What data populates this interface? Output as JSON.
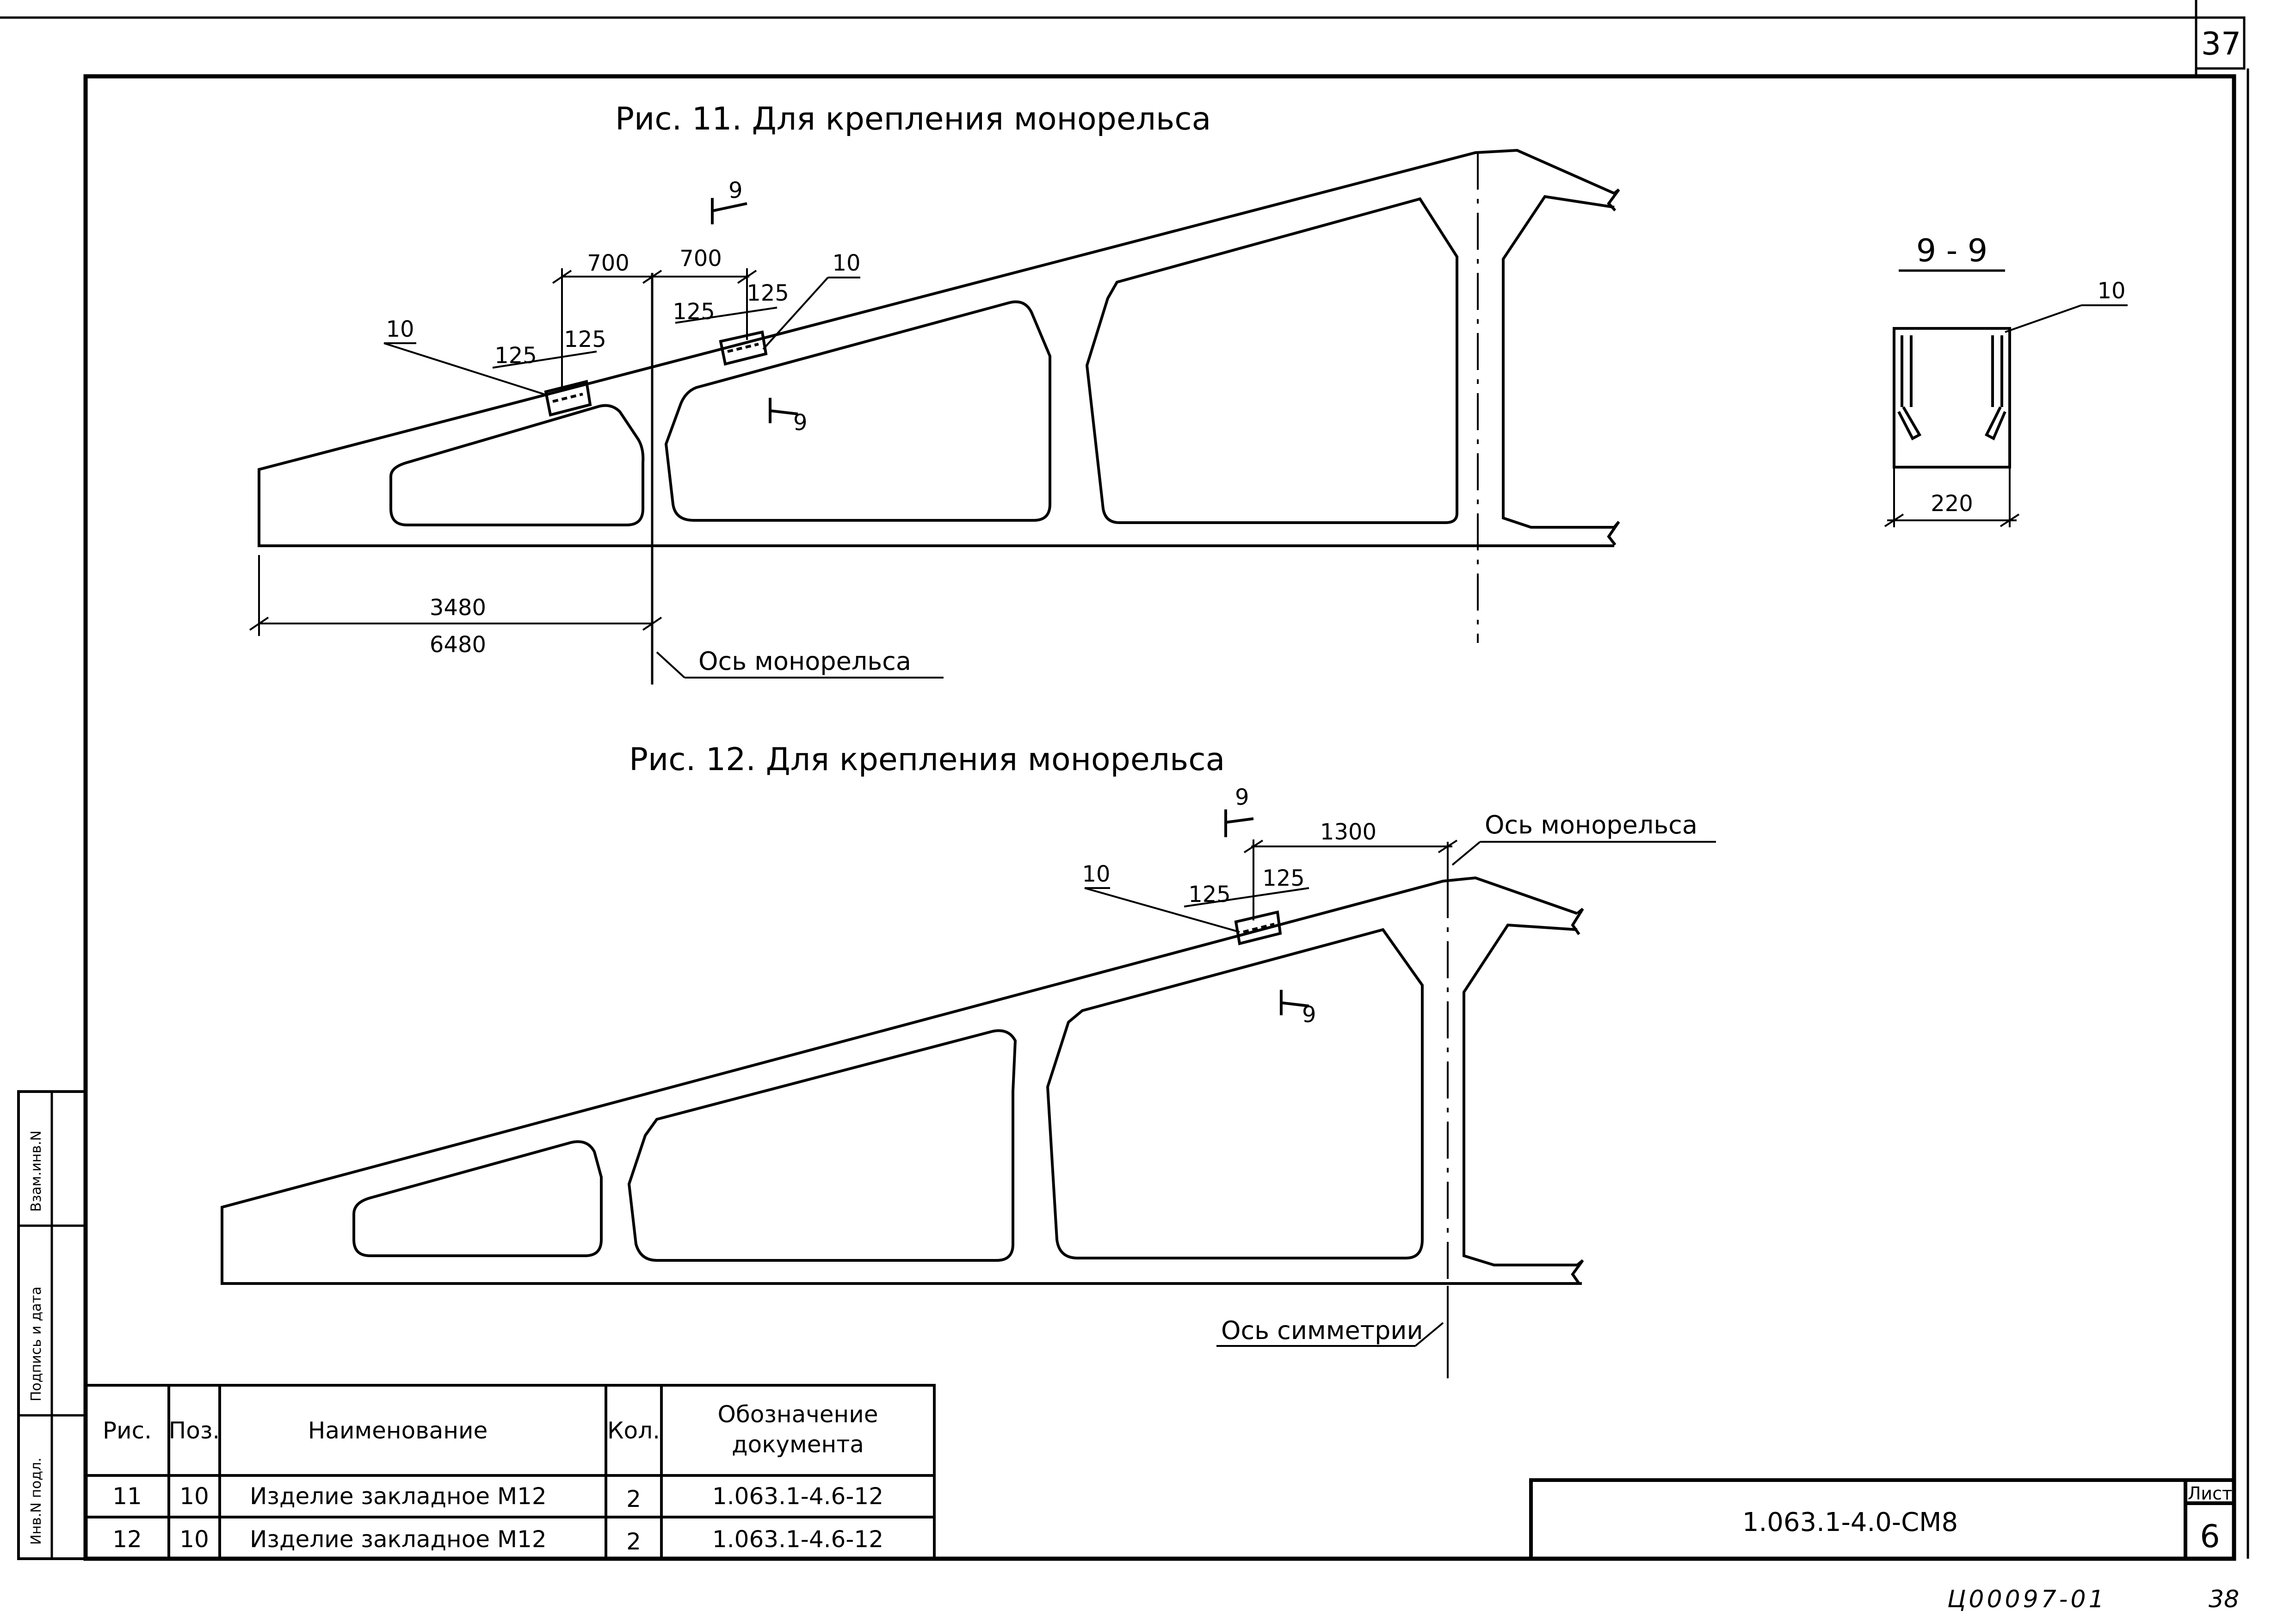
{
  "page": {
    "sheet_number_top": "37",
    "archive_code": "Ц00097-01",
    "archive_page": "38"
  },
  "fig11": {
    "title": "Рис. 11. Для крепления монорельса",
    "section_mark": "9",
    "dims": {
      "d700a": "700",
      "d700b": "700",
      "d125a": "125",
      "d125b": "125",
      "d125c": "125",
      "d125d": "125",
      "d3480": "3480",
      "d6480": "6480"
    },
    "pos_left": "10",
    "pos_right": "10",
    "axis_label": "Ось монорельса"
  },
  "section_view": {
    "title": "9 - 9",
    "pos": "10",
    "width": "220"
  },
  "fig12": {
    "title": "Рис. 12. Для крепления монорельса",
    "section_mark": "9",
    "dims": {
      "d1300": "1300",
      "d125a": "125",
      "d125b": "125"
    },
    "pos": "10",
    "axis_label": "Ось монорельса",
    "symmetry_label": "Ось симметрии"
  },
  "spec_table": {
    "headers": [
      "Рис.",
      "Поз.",
      "Наименование",
      "Кол.",
      "Обозначение",
      "документа"
    ],
    "rows": [
      [
        "11",
        "10",
        "Изделие закладное М12",
        "2",
        "1.063.1-4.6-12"
      ],
      [
        "12",
        "10",
        "Изделие закладное М12",
        "2",
        "1.063.1-4.6-12"
      ]
    ]
  },
  "title_block": {
    "doc_code": "1.063.1-4.0-СМ8",
    "sheet_label": "Лист",
    "sheet_number": "6"
  },
  "side_stamp": {
    "inv_orig": "Инв.N подл.",
    "signature_date": "Подпись и дата",
    "inv_replace": "Взам.инв.N"
  }
}
